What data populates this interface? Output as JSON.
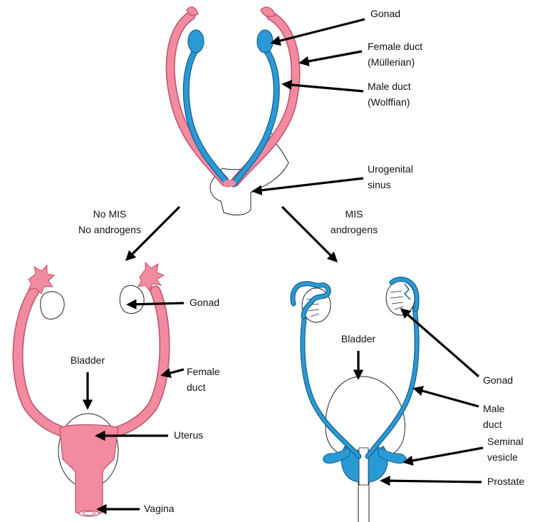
{
  "colors": {
    "female_duct": "#f28aa0",
    "female_outline": "#c0506a",
    "male_duct": "#2a9ad6",
    "male_outline": "#14608c",
    "arrow": "#000000",
    "background": "#ffffff"
  },
  "top": {
    "labels": {
      "gonad": "Gonad",
      "female_duct_1": "Female duct",
      "female_duct_2": "(Müllerian)",
      "male_duct_1": "Male duct",
      "male_duct_2": "(Wolffian)",
      "urogenital_1": "Urogenital",
      "urogenital_2": "sinus"
    }
  },
  "branches": {
    "left_1": "No MIS",
    "left_2": "No androgens",
    "right_1": "MIS",
    "right_2": "androgens"
  },
  "female": {
    "labels": {
      "gonad": "Gonad",
      "bladder": "Bladder",
      "female_duct_1": "Female",
      "female_duct_2": "duct",
      "uterus": "Uterus",
      "vagina": "Vagina"
    }
  },
  "male": {
    "labels": {
      "bladder": "Bladder",
      "gonad": "Gonad",
      "male_duct_1": "Male",
      "male_duct_2": "duct",
      "seminal_1": "Seminal",
      "seminal_2": "vesicle",
      "prostate": "Prostate"
    }
  }
}
